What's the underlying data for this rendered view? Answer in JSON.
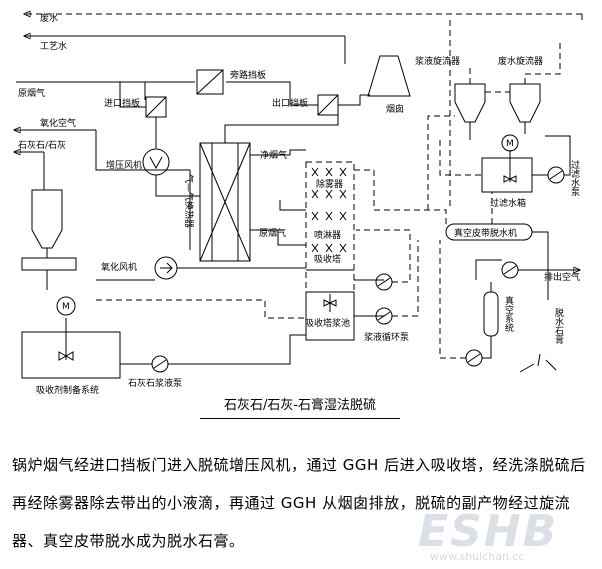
{
  "diagram": {
    "labels": {
      "waste_water": "废水",
      "process_water": "工艺水",
      "raw_flue_gas": "原烟气",
      "oxidation_air_top": "氧化空气",
      "limestone": "石灰石/石灰",
      "inlet_damper": "进口挡板",
      "bypass_damper": "旁路挡板",
      "outlet_damper": "出口挡板",
      "chimney": "烟囱",
      "slurry_cyclone": "浆液旋流器",
      "wastewater_cyclone": "废水旋流器",
      "booster_fan": "增压风机",
      "clean_flue_gas": "净烟气",
      "demister": "除雾器",
      "ggh": "气—气换热器",
      "raw_gas_in_tower": "原烟气",
      "spray_layer": "喷淋器",
      "absorber": "吸收塔",
      "oxidation_fan": "氧化风机",
      "absorber_tank": "吸收塔浆池",
      "circulation_pump": "浆液循环泵",
      "filtrate_tank": "过滤水箱",
      "filtrate_pump": "过滤水泵",
      "vacuum_belt": "真空皮带脱水机",
      "exhaust_air": "排出空气",
      "vacuum_system": "真空系统",
      "dewatered_gypsum": "脱水石膏",
      "absorbent_system": "吸收剂制备系统",
      "limestone_pump": "石灰石浆液泵",
      "motor": "M"
    },
    "caption": "石灰石/石灰-石膏湿法脱硫"
  },
  "description": "锅炉烟气经进口挡板门进入脱硫增压风机，通过 GGH 后进入吸收塔，经洗涤脱硫后再经除雾器除去带出的小液滴，再通过 GGH 从烟囱排放，脱硫的副产物经过旋流器、真空皮带脱水成为脱水石膏。",
  "watermark": {
    "logo": "ESHB",
    "site": "www.shuichan.cc"
  }
}
